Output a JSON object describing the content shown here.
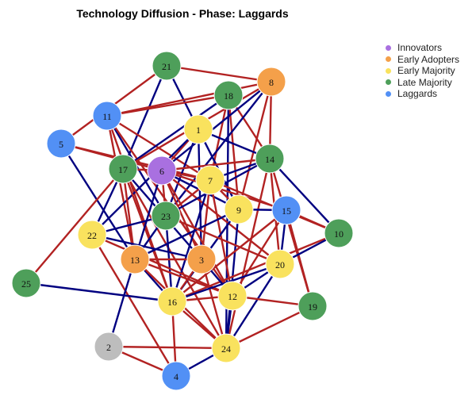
{
  "title": "Technology Diffusion - Phase: Laggards",
  "legend": [
    {
      "key": "innovators",
      "label": "Innovators",
      "color": "#a970e0"
    },
    {
      "key": "early_adopters",
      "label": "Early Adopters",
      "color": "#f4a04a"
    },
    {
      "key": "early_majority",
      "label": "Early Majority",
      "color": "#f9e25e"
    },
    {
      "key": "late_majority",
      "label": "Late Majority",
      "color": "#4e9f5a"
    },
    {
      "key": "laggards",
      "label": "Laggards",
      "color": "#5290f5"
    }
  ],
  "unassigned_color": "#bdbdbd",
  "edge_colors": {
    "red": "#b22222",
    "navy": "#000080"
  },
  "nodes": [
    {
      "id": "1",
      "group": "early_majority"
    },
    {
      "id": "2",
      "group": "unassigned"
    },
    {
      "id": "3",
      "group": "early_adopters"
    },
    {
      "id": "4",
      "group": "laggards"
    },
    {
      "id": "5",
      "group": "laggards"
    },
    {
      "id": "6",
      "group": "innovators"
    },
    {
      "id": "7",
      "group": "early_majority"
    },
    {
      "id": "8",
      "group": "early_adopters"
    },
    {
      "id": "9",
      "group": "early_majority"
    },
    {
      "id": "10",
      "group": "late_majority"
    },
    {
      "id": "11",
      "group": "laggards"
    },
    {
      "id": "12",
      "group": "early_majority"
    },
    {
      "id": "13",
      "group": "early_adopters"
    },
    {
      "id": "14",
      "group": "late_majority"
    },
    {
      "id": "15",
      "group": "laggards"
    },
    {
      "id": "16",
      "group": "early_majority"
    },
    {
      "id": "17",
      "group": "late_majority"
    },
    {
      "id": "18",
      "group": "late_majority"
    },
    {
      "id": "19",
      "group": "late_majority"
    },
    {
      "id": "20",
      "group": "early_majority"
    },
    {
      "id": "21",
      "group": "late_majority"
    },
    {
      "id": "22",
      "group": "early_majority"
    },
    {
      "id": "23",
      "group": "late_majority"
    },
    {
      "id": "24",
      "group": "early_majority"
    },
    {
      "id": "25",
      "group": "late_majority"
    }
  ],
  "edges": [
    [
      "21",
      "8",
      "red"
    ],
    [
      "21",
      "1",
      "navy"
    ],
    [
      "21",
      "17",
      "navy"
    ],
    [
      "21",
      "5",
      "red"
    ],
    [
      "11",
      "8",
      "red"
    ],
    [
      "11",
      "18",
      "red"
    ],
    [
      "11",
      "7",
      "red"
    ],
    [
      "11",
      "16",
      "red"
    ],
    [
      "11",
      "13",
      "red"
    ],
    [
      "11",
      "23",
      "navy"
    ],
    [
      "11",
      "12",
      "red"
    ],
    [
      "5",
      "13",
      "navy"
    ],
    [
      "5",
      "6",
      "red"
    ],
    [
      "5",
      "7",
      "red"
    ],
    [
      "18",
      "14",
      "red"
    ],
    [
      "18",
      "7",
      "red"
    ],
    [
      "18",
      "17",
      "navy"
    ],
    [
      "18",
      "24",
      "navy"
    ],
    [
      "18",
      "9",
      "red"
    ],
    [
      "8",
      "23",
      "navy"
    ],
    [
      "8",
      "6",
      "navy"
    ],
    [
      "8",
      "17",
      "red"
    ],
    [
      "8",
      "9",
      "red"
    ],
    [
      "8",
      "14",
      "red"
    ],
    [
      "1",
      "14",
      "navy"
    ],
    [
      "1",
      "6",
      "red"
    ],
    [
      "1",
      "22",
      "navy"
    ],
    [
      "1",
      "23",
      "navy"
    ],
    [
      "1",
      "3",
      "navy"
    ],
    [
      "1",
      "9",
      "navy"
    ],
    [
      "17",
      "6",
      "red"
    ],
    [
      "17",
      "22",
      "navy"
    ],
    [
      "17",
      "24",
      "red"
    ],
    [
      "17",
      "3",
      "navy"
    ],
    [
      "17",
      "25",
      "red"
    ],
    [
      "17",
      "13",
      "red"
    ],
    [
      "17",
      "16",
      "red"
    ],
    [
      "6",
      "7",
      "red"
    ],
    [
      "6",
      "13",
      "navy"
    ],
    [
      "6",
      "3",
      "red"
    ],
    [
      "6",
      "9",
      "navy"
    ],
    [
      "6",
      "15",
      "red"
    ],
    [
      "6",
      "14",
      "red"
    ],
    [
      "6",
      "23",
      "red"
    ],
    [
      "6",
      "12",
      "red"
    ],
    [
      "6",
      "20",
      "red"
    ],
    [
      "14",
      "7",
      "navy"
    ],
    [
      "14",
      "10",
      "navy"
    ],
    [
      "14",
      "20",
      "red"
    ],
    [
      "14",
      "19",
      "red"
    ],
    [
      "14",
      "23",
      "navy"
    ],
    [
      "14",
      "24",
      "red"
    ],
    [
      "7",
      "23",
      "red"
    ],
    [
      "7",
      "9",
      "red"
    ],
    [
      "7",
      "12",
      "red"
    ],
    [
      "7",
      "3",
      "red"
    ],
    [
      "7",
      "16",
      "navy"
    ],
    [
      "7",
      "10",
      "red"
    ],
    [
      "9",
      "16",
      "navy"
    ],
    [
      "9",
      "24",
      "navy"
    ],
    [
      "9",
      "15",
      "navy"
    ],
    [
      "9",
      "13",
      "navy"
    ],
    [
      "15",
      "10",
      "red"
    ],
    [
      "15",
      "20",
      "navy"
    ],
    [
      "15",
      "19",
      "red"
    ],
    [
      "15",
      "12",
      "red"
    ],
    [
      "15",
      "16",
      "red"
    ],
    [
      "10",
      "16",
      "red"
    ],
    [
      "10",
      "20",
      "navy"
    ],
    [
      "23",
      "22",
      "navy"
    ],
    [
      "23",
      "13",
      "navy"
    ],
    [
      "23",
      "16",
      "navy"
    ],
    [
      "23",
      "20",
      "red"
    ],
    [
      "22",
      "3",
      "navy"
    ],
    [
      "22",
      "12",
      "red"
    ],
    [
      "22",
      "4",
      "red"
    ],
    [
      "13",
      "3",
      "red"
    ],
    [
      "13",
      "12",
      "red"
    ],
    [
      "13",
      "16",
      "navy"
    ],
    [
      "13",
      "2",
      "navy"
    ],
    [
      "13",
      "24",
      "red"
    ],
    [
      "3",
      "12",
      "navy"
    ],
    [
      "3",
      "16",
      "red"
    ],
    [
      "3",
      "24",
      "red"
    ],
    [
      "20",
      "16",
      "navy"
    ],
    [
      "20",
      "12",
      "navy"
    ],
    [
      "20",
      "24",
      "navy"
    ],
    [
      "25",
      "16",
      "navy"
    ],
    [
      "16",
      "4",
      "red"
    ],
    [
      "16",
      "24",
      "red"
    ],
    [
      "16",
      "12",
      "red"
    ],
    [
      "12",
      "19",
      "red"
    ],
    [
      "12",
      "24",
      "navy"
    ],
    [
      "19",
      "24",
      "red"
    ],
    [
      "2",
      "24",
      "red"
    ],
    [
      "2",
      "4",
      "red"
    ],
    [
      "4",
      "24",
      "navy"
    ]
  ]
}
